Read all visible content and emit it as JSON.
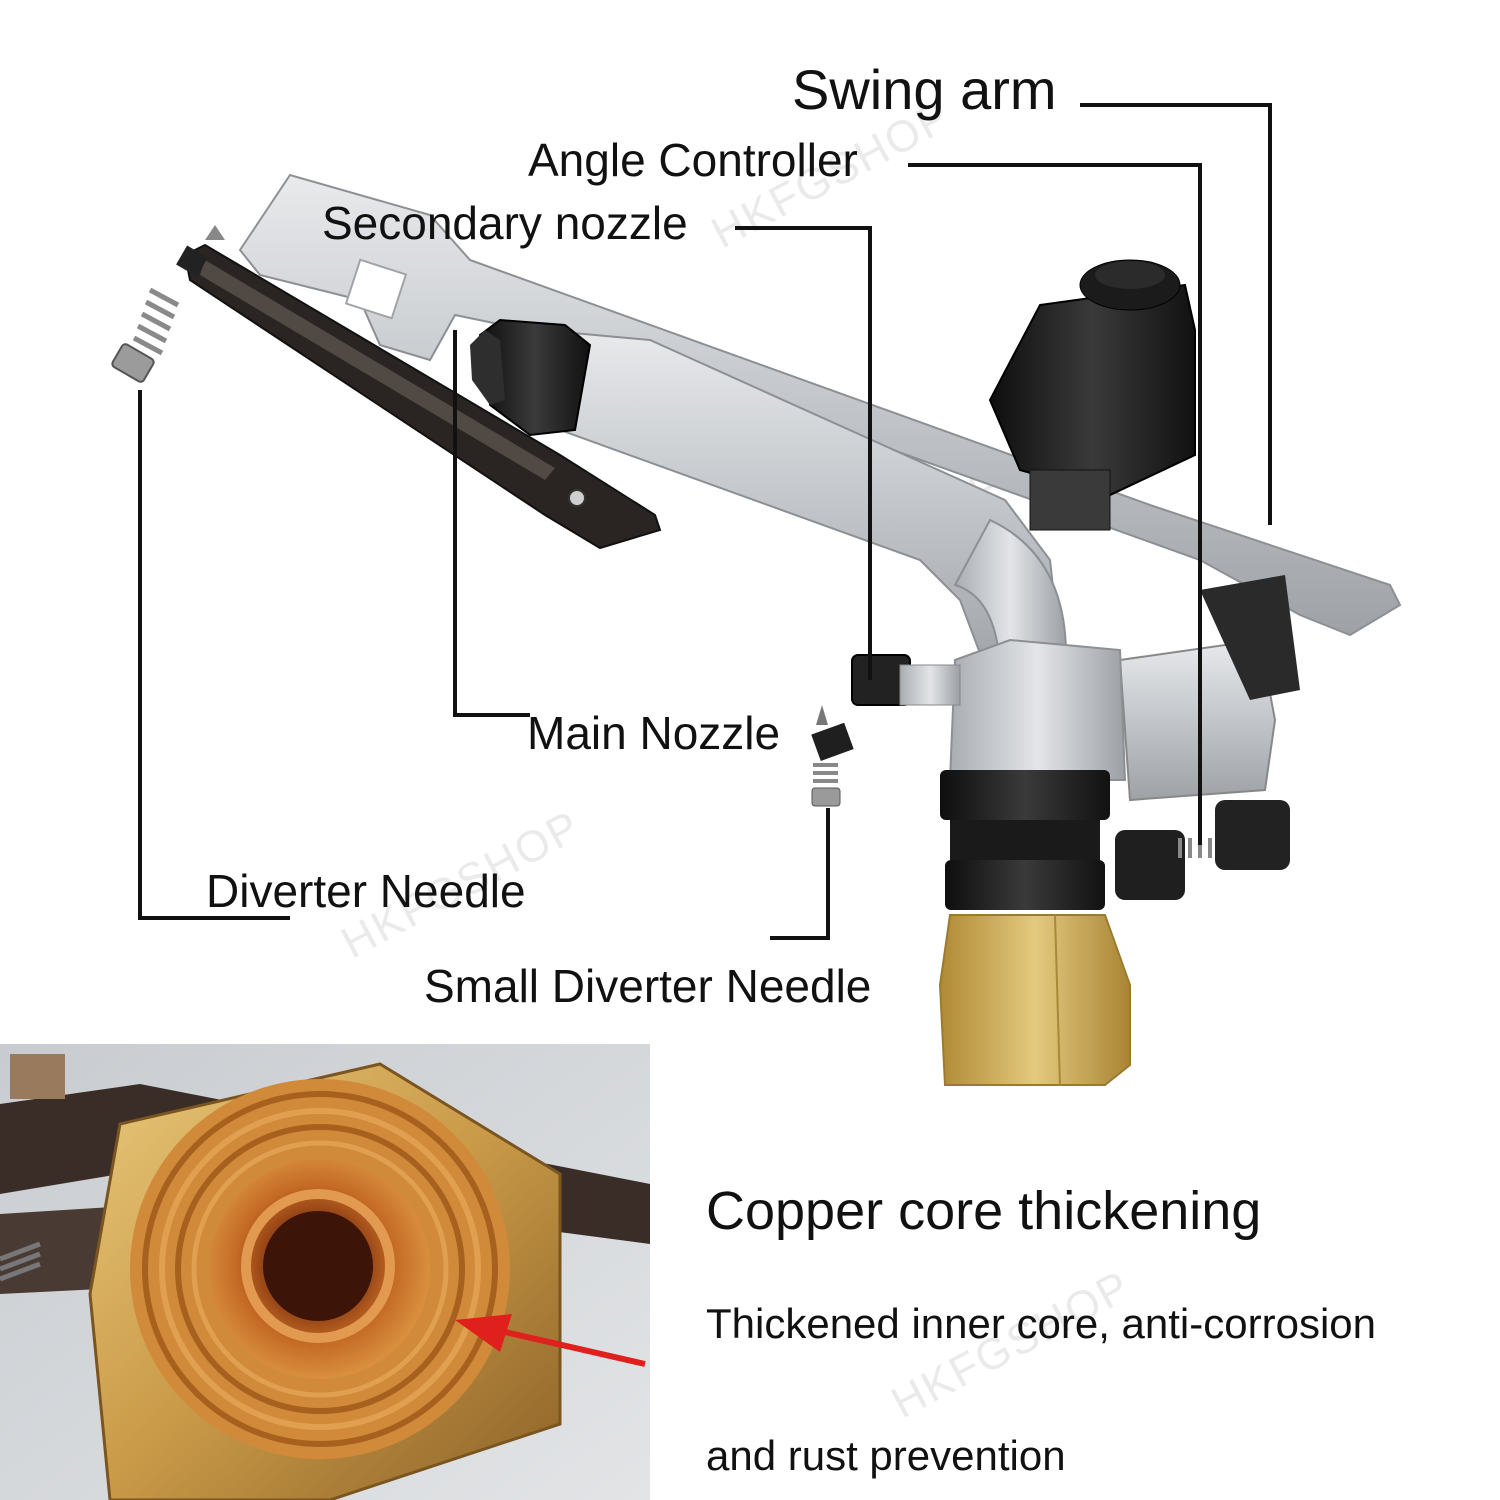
{
  "callouts": {
    "swing_arm": "Swing arm",
    "angle_controller": "Angle Controller",
    "secondary_nozzle": "Secondary nozzle",
    "main_nozzle": "Main Nozzle",
    "diverter_needle": "Diverter Needle",
    "small_diverter_needle": "Small Diverter Needle"
  },
  "feature": {
    "title": "Copper core thickening",
    "line1": "Thickened inner core, anti-corrosion",
    "line2": "and rust prevention"
  },
  "watermark": "HKFGSHOP",
  "colors": {
    "aluminum": "#c4c7cb",
    "black_part": "#1e1e1e",
    "brass": "#c9a44e",
    "copper": "#b5651d",
    "arrow": "#e0201c",
    "leader": "#111111"
  }
}
